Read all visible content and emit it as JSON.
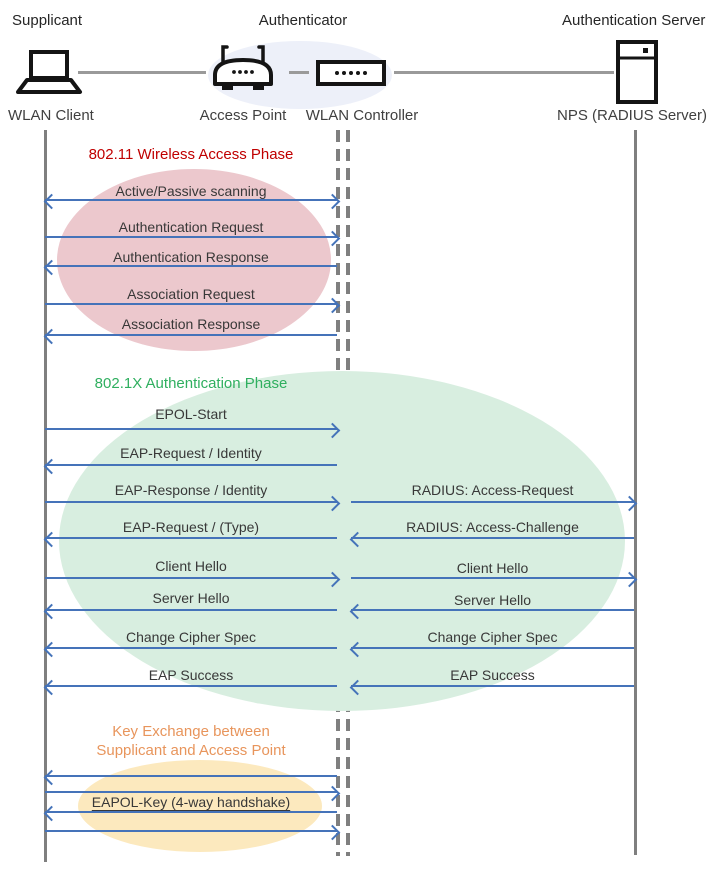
{
  "header": {
    "roles": [
      {
        "label": "Supplicant"
      },
      {
        "label": "Authenticator"
      },
      {
        "label": "Authentication Server"
      }
    ],
    "nodes": [
      {
        "label": "WLAN Client",
        "icon": "laptop-icon"
      },
      {
        "label": "Access Point",
        "icon": "access-point-icon"
      },
      {
        "label": "WLAN Controller",
        "icon": "wlan-controller-icon"
      },
      {
        "label": "NPS (RADIUS Server)",
        "icon": "server-icon"
      }
    ]
  },
  "phases": [
    {
      "title": "802.11 Wireless Access Phase",
      "color": "#C00000",
      "ellipse_color": "#ECC8CD"
    },
    {
      "title": "802.1X Authentication Phase",
      "color": "#2FAF5F",
      "ellipse_color": "#D8EEE0"
    },
    {
      "title": "Key Exchange between Supplicant and Access Point",
      "title_line1": "Key Exchange between",
      "title_line2": "Supplicant and Access Point",
      "color": "#E8955C",
      "ellipse_color": "#FCE9BE"
    }
  ],
  "messages_left": [
    {
      "label": "Active/Passive scanning",
      "direction": "both"
    },
    {
      "label": "Authentication Request",
      "direction": "right"
    },
    {
      "label": "Authentication Response",
      "direction": "left"
    },
    {
      "label": "Association Request",
      "direction": "right"
    },
    {
      "label": "Association Response",
      "direction": "left"
    },
    {
      "label": "EPOL-Start",
      "direction": "right"
    },
    {
      "label": "EAP-Request / Identity",
      "direction": "left"
    },
    {
      "label": "EAP-Response / Identity",
      "direction": "right"
    },
    {
      "label": "EAP-Request / (Type)",
      "direction": "left"
    },
    {
      "label": "Client Hello",
      "direction": "right"
    },
    {
      "label": "Server Hello",
      "direction": "left"
    },
    {
      "label": "Change Cipher Spec",
      "direction": "left"
    },
    {
      "label": "EAP Success",
      "direction": "left"
    },
    {
      "label": "EAPOL-Key (4-way handshake)",
      "direction": "left"
    }
  ],
  "messages_right": [
    {
      "label": "RADIUS: Access-Request",
      "direction": "right"
    },
    {
      "label": "RADIUS: Access-Challenge",
      "direction": "left"
    },
    {
      "label": "Client Hello",
      "direction": "right"
    },
    {
      "label": "Server Hello",
      "direction": "left"
    },
    {
      "label": "Change Cipher Spec",
      "direction": "left"
    },
    {
      "label": "EAP Success",
      "direction": "left"
    }
  ],
  "colors": {
    "arrow": "#4573B9",
    "lifeline": "#7F7F7F",
    "label_text": "#383838",
    "header_ellipse": "#EDF0F9"
  }
}
